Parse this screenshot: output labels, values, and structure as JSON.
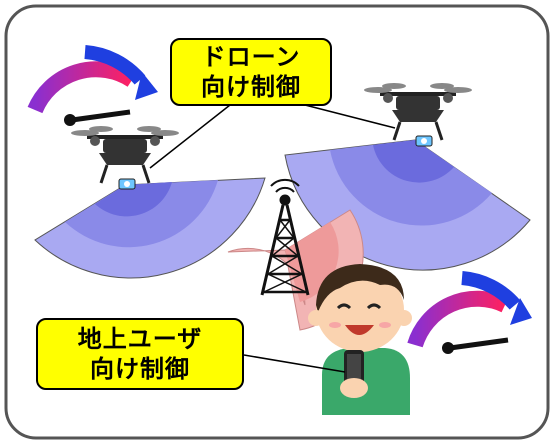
{
  "labels": {
    "drone_control": {
      "line1": "ドローン",
      "line2": "向け制御"
    },
    "ground_control": {
      "line1": "地上ユーザ",
      "line2": "向け制御"
    }
  },
  "colors": {
    "frame_border": "#555555",
    "callout_fill": "#ffff00",
    "beam_outer": "#a9a9f2",
    "beam_mid": "#8a8ae8",
    "beam_inner": "#6b6bdd",
    "ground_beam": "#f2b4b4",
    "arrow_start": "#8a2fd0",
    "arrow_end": "#ff2060",
    "arrow_head": "#1f3fe0",
    "drone_body": "#333333",
    "shirt": "#3aa86a",
    "hair": "#3d2a1a"
  },
  "icons": [
    "drone-icon",
    "cell-tower-icon",
    "person-with-phone-icon",
    "gauge-arrow-icon"
  ]
}
